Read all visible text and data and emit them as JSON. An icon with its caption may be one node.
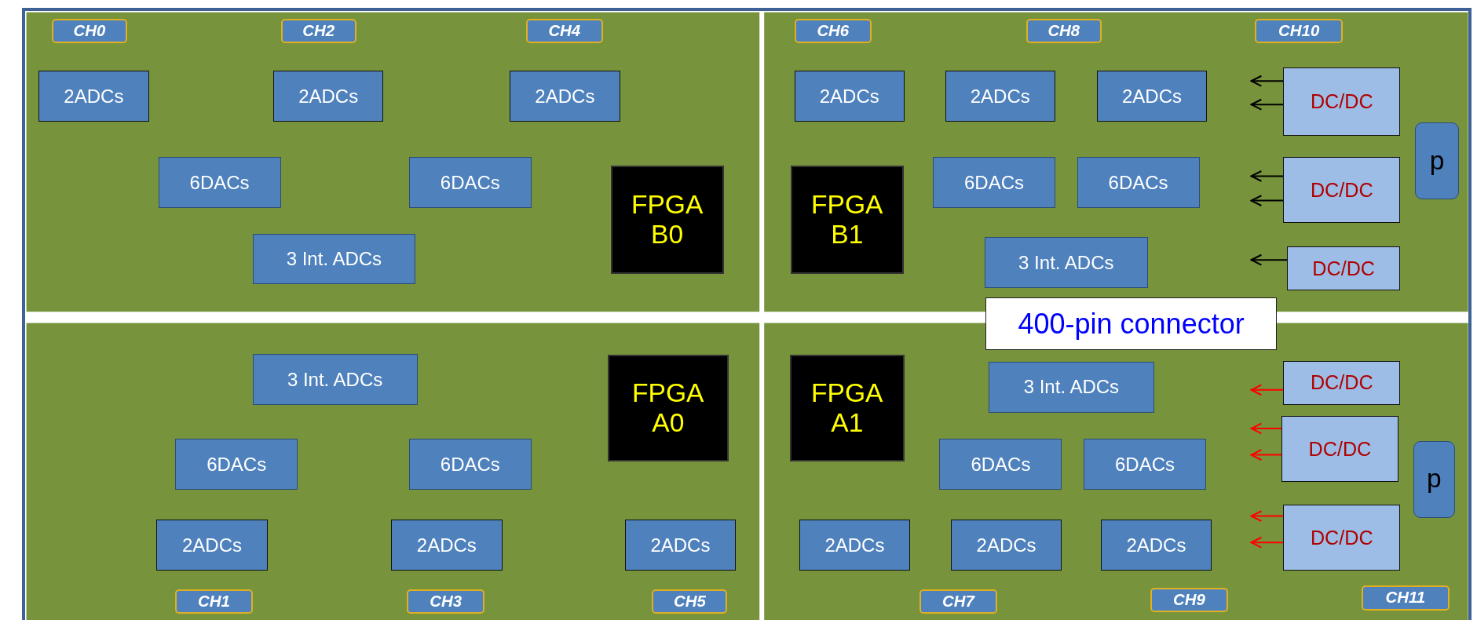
{
  "diagram": {
    "nodes": [
      {
        "text": [
          "CH0"
        ]
      },
      {
        "text": [
          "CH2"
        ]
      },
      {
        "text": [
          "CH4"
        ]
      },
      {
        "text": [
          "CH6"
        ]
      },
      {
        "text": [
          "CH8"
        ]
      },
      {
        "text": [
          "CH10"
        ]
      },
      {
        "text": [
          "2ADCs"
        ]
      },
      {
        "text": [
          "2ADCs"
        ]
      },
      {
        "text": [
          "2ADCs"
        ]
      },
      {
        "text": [
          "2ADCs"
        ]
      },
      {
        "text": [
          "2ADCs"
        ]
      },
      {
        "text": [
          "2ADCs"
        ]
      },
      {
        "text": [
          "DC/DC"
        ]
      },
      {
        "text": [
          "p"
        ]
      },
      {
        "text": [
          "6DACs"
        ]
      },
      {
        "text": [
          "6DACs"
        ]
      },
      {
        "text": [
          "FPGA B0"
        ]
      },
      {
        "text": [
          "FPGA B1"
        ]
      },
      {
        "text": [
          "6DACs"
        ]
      },
      {
        "text": [
          "6DACs"
        ]
      },
      {
        "text": [
          "DC/DC"
        ]
      },
      {
        "text": [
          "3 Int. ADCs"
        ]
      },
      {
        "text": [
          "3 Int. ADCs"
        ]
      },
      {
        "text": [
          "DC/DC"
        ]
      },
      {
        "text": [
          "400-pin connector"
        ]
      },
      {
        "text": [
          "3 Int. ADCs"
        ]
      },
      {
        "text": [
          "FPGA A0"
        ]
      },
      {
        "text": [
          "FPGA A1"
        ]
      },
      {
        "text": [
          "3 Int. ADCs"
        ]
      },
      {
        "text": [
          "DC/DC"
        ]
      },
      {
        "text": [
          "DC/DC"
        ]
      },
      {
        "text": [
          "6DACs"
        ]
      },
      {
        "text": [
          "6DACs"
        ]
      },
      {
        "text": [
          "6DACs"
        ]
      },
      {
        "text": [
          "6DACs"
        ]
      },
      {
        "text": [
          "p"
        ]
      },
      {
        "text": [
          "DC/DC"
        ]
      },
      {
        "text": [
          "2ADCs"
        ]
      },
      {
        "text": [
          "2ADCs"
        ]
      },
      {
        "text": [
          "2ADCs"
        ]
      },
      {
        "text": [
          "2ADCs"
        ]
      },
      {
        "text": [
          "2ADCs"
        ]
      },
      {
        "text": [
          "2ADCs"
        ]
      },
      {
        "text": [
          "CH1"
        ]
      },
      {
        "text": [
          "CH3"
        ]
      },
      {
        "text": [
          "CH5"
        ]
      },
      {
        "text": [
          "CH7"
        ]
      },
      {
        "text": [
          "CH9"
        ]
      },
      {
        "text": [
          "CH11"
        ]
      }
    ],
    "edges": [
      {
        "from": 12,
        "to": null,
        "arrow": "to",
        "color": "#000000"
      },
      {
        "from": 12,
        "to": null,
        "arrow": "to",
        "color": "#000000"
      },
      {
        "from": 20,
        "to": null,
        "arrow": "to",
        "color": "#000000"
      },
      {
        "from": 20,
        "to": null,
        "arrow": "to",
        "color": "#000000"
      },
      {
        "from": 23,
        "to": null,
        "arrow": "to",
        "color": "#000000"
      },
      {
        "from": 29,
        "to": null,
        "arrow": "to",
        "color": "#ff0000"
      },
      {
        "from": 30,
        "to": null,
        "arrow": "to",
        "color": "#ff0000"
      },
      {
        "from": 30,
        "to": null,
        "arrow": "to",
        "color": "#ff0000"
      },
      {
        "from": 36,
        "to": null,
        "arrow": "to",
        "color": "#ff0000"
      },
      {
        "from": 36,
        "to": null,
        "arrow": "to",
        "color": "#ff0000"
      }
    ]
  }
}
